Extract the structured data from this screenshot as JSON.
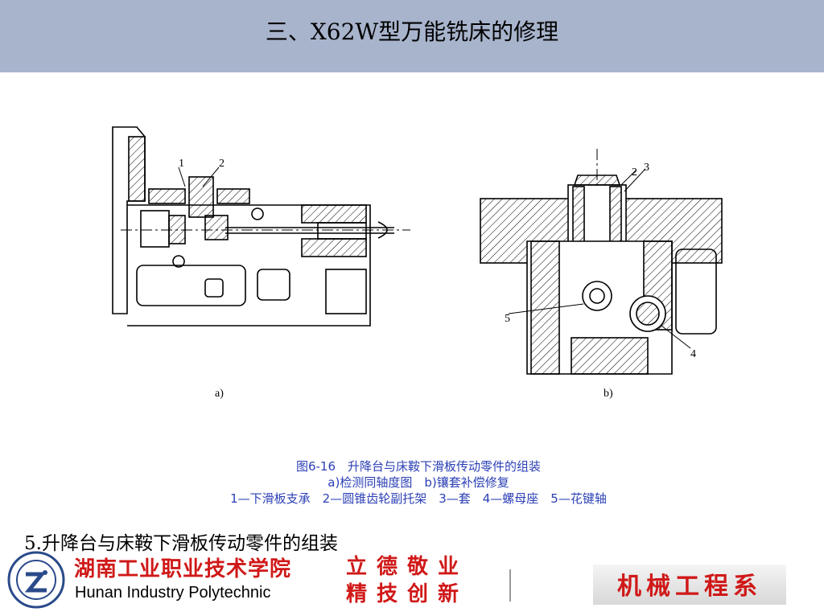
{
  "header": {
    "title": "三、X62W型万能铣床的修理"
  },
  "figure": {
    "label_a": "a)",
    "label_b": "b)",
    "a_callouts": [
      "1",
      "2"
    ],
    "b_callouts": [
      "2",
      "3",
      "5",
      "4"
    ]
  },
  "caption": {
    "line1": "图6-16　升降台与床鞍下滑板传动零件的组装",
    "line2": "a)检测同轴度图　b)镶套补偿修复",
    "line3": "1—下滑板支承　2—圆锥齿轮副托架　3—套　4—螺母座　5—花键轴"
  },
  "subtitle": "5.升降台与床鞍下滑板传动零件的组装",
  "footer": {
    "school_cn": "湖南工业职业技术学院",
    "school_en": "Hunan Industry Polytechnic",
    "motto_line1": "立德敬业",
    "motto_line2": "精技创新",
    "department": "机械工程系",
    "logo_icon": "school-emblem-icon"
  }
}
